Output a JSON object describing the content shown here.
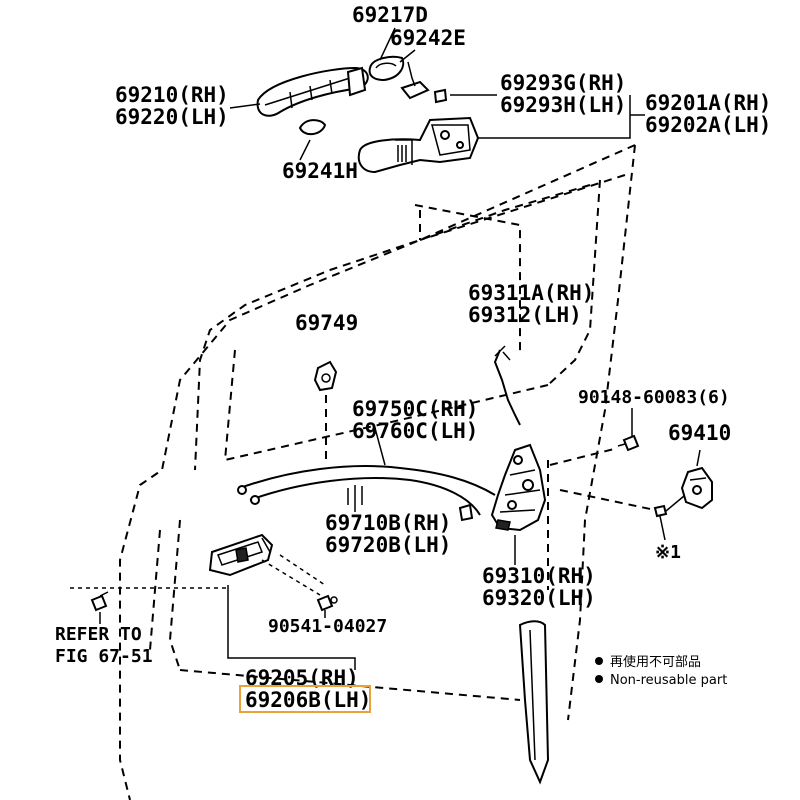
{
  "labels": {
    "p69217D": "69217D",
    "p69242E": "69242E",
    "p69210": "69210(RH)",
    "p69220": "69220(LH)",
    "p69293G": "69293G(RH)",
    "p69293H": "69293H(LH)",
    "p69201A": "69201A(RH)",
    "p69202A": "69202A(LH)",
    "p69241H": "69241H",
    "p69311A": "69311A(RH)",
    "p69312": "69312(LH)",
    "p69749": "69749",
    "p69750C": "69750C(RH)",
    "p69760C": "69760C(LH)",
    "p90148": "90148-60083(6)",
    "p69410": "69410",
    "p69710B": "69710B(RH)",
    "p69720B": "69720B(LH)",
    "p69310": "69310(RH)",
    "p69320": "69320(LH)",
    "refer1": "REFER TO",
    "refer2": "FIG 67-51",
    "p90541": "90541-04027",
    "p69205": "69205(RH)",
    "p69206B": "69206B(LH)",
    "mark1": "※1"
  },
  "legend": {
    "jp": "再使用不可部品",
    "en": "Non-reusable part"
  },
  "highlight_color": "#e8a23a"
}
